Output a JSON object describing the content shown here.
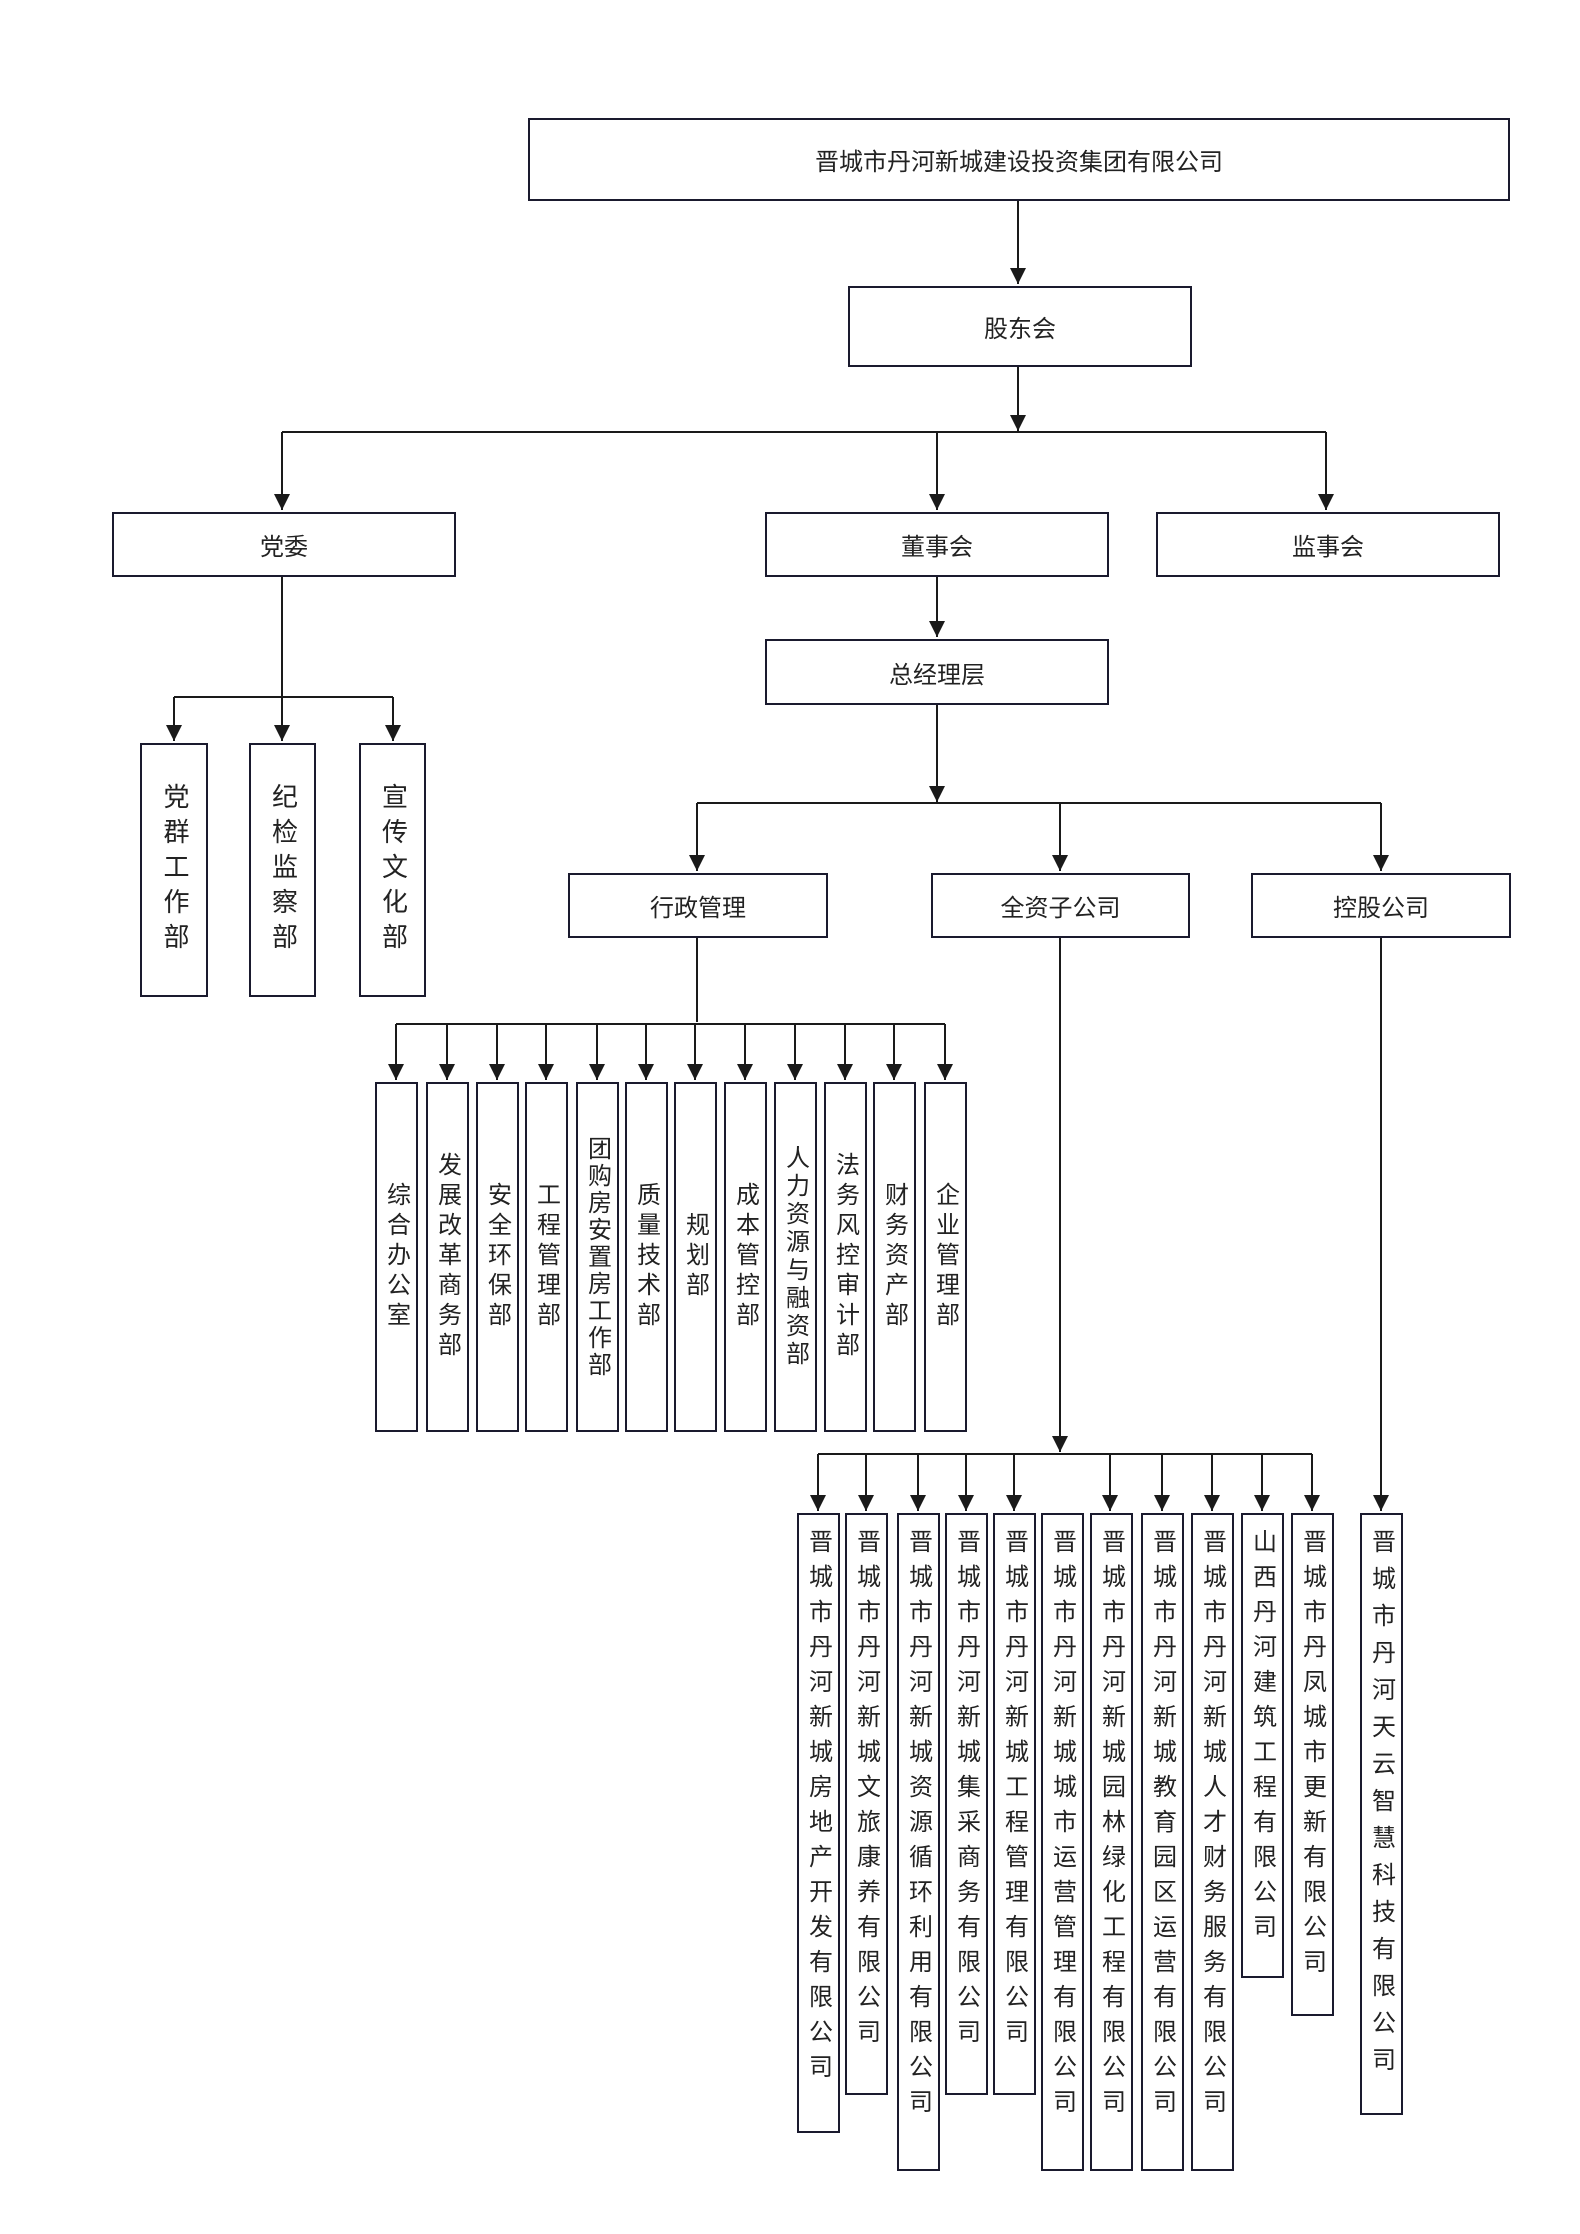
{
  "diagram": {
    "root": "晋城市丹河新城建设投资集团有限公司",
    "shareholders": "股东会",
    "party": "党委",
    "board": "董事会",
    "supervisors": "监事会",
    "management": "总经理层",
    "party_depts": [
      "党群工作部",
      "纪检监察部",
      "宣传文化部"
    ],
    "admin": "行政管理",
    "wholly_owned": "全资子公司",
    "holding": "控股公司",
    "admin_depts": [
      "综合办公室",
      "发展改革商务部",
      "安全环保部",
      "工程管理部",
      "团购房安置房工作部",
      "质量技术部",
      "规划部",
      "成本管控部",
      "人力资源与融资部",
      "法务风控审计部",
      "财务资产部",
      "企业管理部"
    ],
    "wholly_owned_companies": [
      "晋城市丹河新城房地产开发有限公司",
      "晋城市丹河新城文旅康养有限公司",
      "晋城市丹河新城资源循环利用有限公司",
      "晋城市丹河新城集采商务有限公司",
      "晋城市丹河新城工程管理有限公司",
      "晋城市丹河新城城市运营管理有限公司",
      "晋城市丹河新城园林绿化工程有限公司",
      "晋城市丹河新城教育园区运营有限公司",
      "晋城市丹河新城人才财务服务有限公司",
      "山西丹河建筑工程有限公司",
      "晋城市丹凤城市更新有限公司"
    ],
    "holding_companies": [
      "晋城市丹河天云智慧科技有限公司"
    ]
  }
}
